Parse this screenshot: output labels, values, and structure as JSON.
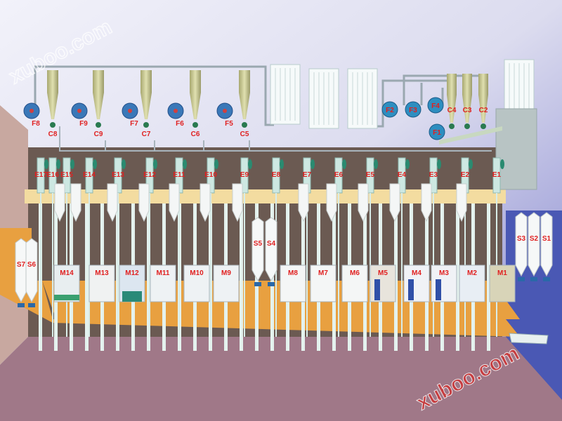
{
  "watermarks": [
    "xuboo.com",
    "xuboo.com"
  ],
  "fans_left": [
    "F8",
    "F9",
    "F7",
    "F6",
    "F5"
  ],
  "cyclones_left": [
    "C8",
    "C9",
    "C7",
    "C6",
    "C5"
  ],
  "fans_right": [
    "F2",
    "F3",
    "F4",
    "F1"
  ],
  "cyclones_right": [
    "C4",
    "C3",
    "C2"
  ],
  "elevators": [
    "E17",
    "E16",
    "E15",
    "E14",
    "E13",
    "E12",
    "E11",
    "E10",
    "E9",
    "E8",
    "E7",
    "E6",
    "E5",
    "E4",
    "E3",
    "E2",
    "E1"
  ],
  "machines": [
    "M14",
    "M13",
    "M12",
    "M11",
    "M10",
    "M9",
    "M8",
    "M7",
    "M6",
    "M5",
    "M4",
    "M3",
    "M2",
    "M1"
  ],
  "silos": [
    "S7",
    "S6",
    "S5",
    "S4",
    "S3",
    "S2",
    "S1"
  ],
  "colors": {
    "label": "#e02020",
    "back_wall": "#6b5a52",
    "floor": "#e8a040",
    "platform": "#f3dca0",
    "sky_top": "#ececf6",
    "sky_bottom": "#8e8fd2",
    "fan": "#3a78b8",
    "cyclone": "#c8c890",
    "lower": "#a07888",
    "blue_floor": "#4a58b4"
  }
}
